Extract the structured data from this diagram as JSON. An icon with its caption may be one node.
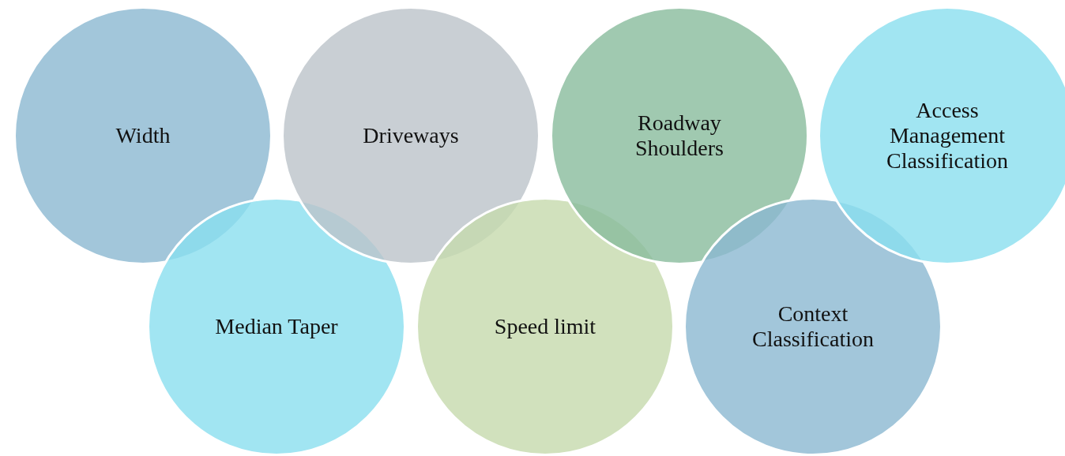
{
  "diagram": {
    "nodes": [
      {
        "text": [
          "Width"
        ]
      },
      {
        "text": [
          "Median Taper"
        ]
      },
      {
        "text": [
          "Driveways"
        ]
      },
      {
        "text": [
          "Speed limit"
        ]
      },
      {
        "text": [
          "Roadway Shoulders"
        ]
      },
      {
        "text": [
          "Context Classification"
        ]
      },
      {
        "text": [
          "Access Management Classification"
        ]
      }
    ]
  }
}
